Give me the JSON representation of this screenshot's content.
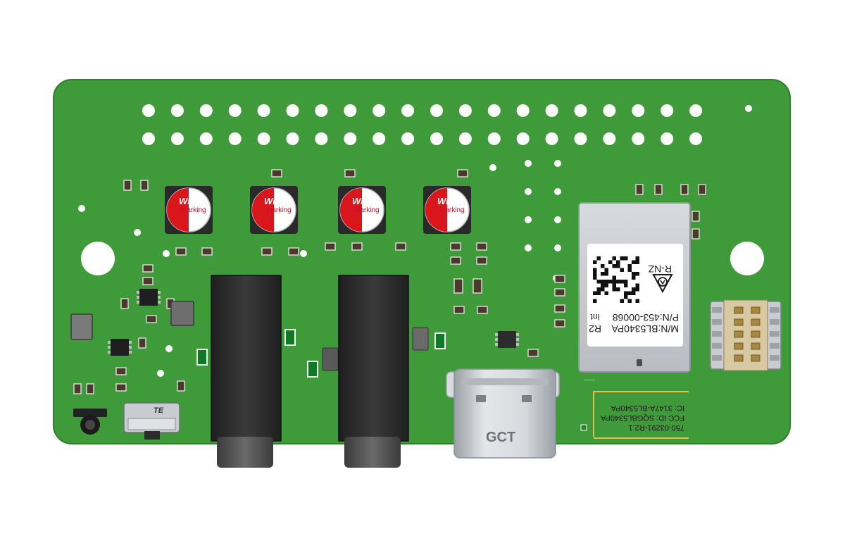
{
  "colors": {
    "pcb": "#3f9a3a",
    "pcb_edge": "#2f7f2c",
    "cap_red": "#d9161c",
    "cap_base": "#2a2a2a",
    "shield": "#c9ccd1",
    "jack": "#2b2b2b",
    "connector": "#b8bcc2",
    "antenna": "#e3c24a"
  },
  "capacitors": [
    {
      "logo": "WE",
      "marking": "Marking"
    },
    {
      "logo": "WE",
      "marking": "Marking"
    },
    {
      "logo": "WE",
      "marking": "Marking"
    },
    {
      "logo": "WE",
      "marking": "Marking"
    }
  ],
  "module": {
    "certification": "R-NZ",
    "model_line": "M/N:BL5340PA",
    "revision": "R2",
    "part_line": "P/N:453-00068",
    "variant": "Int"
  },
  "silkscreen": {
    "ic_line": "IC: 3147A-BL5340PA",
    "fcc_line": "FCC ID: SQGBL5340PA",
    "board_rev": "750-03291-R2.1"
  },
  "usb_brand": "GCT",
  "switch_brand": "TE"
}
